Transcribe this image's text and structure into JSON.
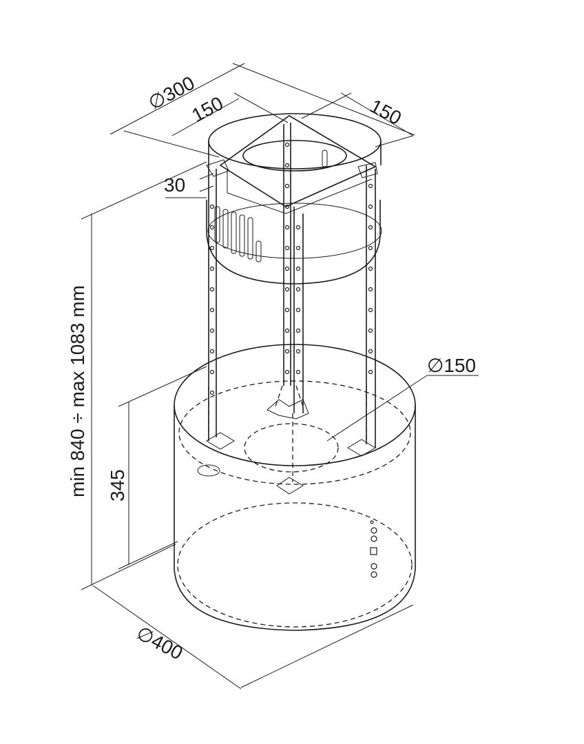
{
  "dimensions": {
    "top_diameter": "∅300",
    "top_half_left": "150",
    "top_half_right": "150",
    "collar_height": "30",
    "total_height": "min 840 ÷ max 1083 mm",
    "body_height": "345",
    "duct_diameter": "∅150",
    "body_diameter": "∅400"
  },
  "colors": {
    "line": "#1a1a1a",
    "background": "#ffffff"
  }
}
